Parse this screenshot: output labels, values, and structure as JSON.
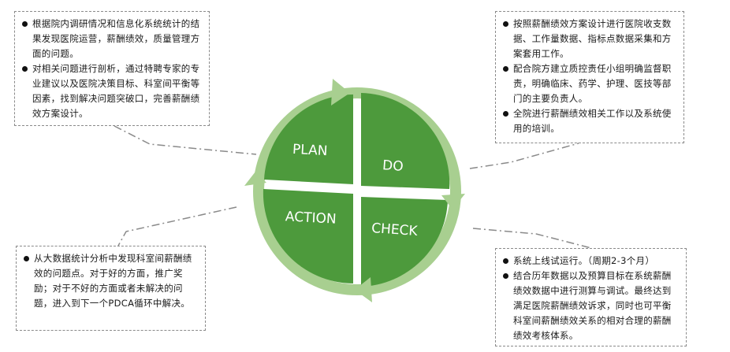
{
  "colors": {
    "quadrant_green": "#4d9a3c",
    "ring_green": "#a8cf90",
    "connector_gray": "#8a8a8a"
  },
  "cycle": {
    "plan": "PLAN",
    "do": "DO",
    "check": "CHECK",
    "action": "ACTION"
  },
  "boxes": {
    "plan": [
      "根据院内调研情况和信息化系统统计的结果发现医院运营，薪酬绩效，质量管理方面的问题。",
      "对相关问题进行剖析，通过特聘专家的专业建议以及医院决策目标、科室间平衡等因素，找到解决问题突破口，完善薪酬绩效方案设计。"
    ],
    "do": [
      "按照薪酬绩效方案设计进行医院收支数据、工作量数据、指标点数据采集和方案套用工作。",
      "配合院方建立质控责任小组明确监督职责，明确临床、药学、护理、医技等部门的主要负责人。",
      "全院进行薪酬绩效相关工作以及系统使用的培训。"
    ],
    "action": [
      "从大数据统计分析中发现科室间薪酬绩效的问题点。对于好的方面，推广奖励；对于不好的方面或者未解决的问题，进入到下一个PDCA循环中解决。"
    ],
    "check": [
      "系统上线试运行。（周期2-3个月）",
      "结合历年数据以及预算目标在系统薪酬绩效数据中进行测算与调试。最终达到满足医院薪酬绩效诉求，同时也可平衡科室间薪酬绩效关系的相对合理的薪酬绩效考核体系。"
    ]
  }
}
